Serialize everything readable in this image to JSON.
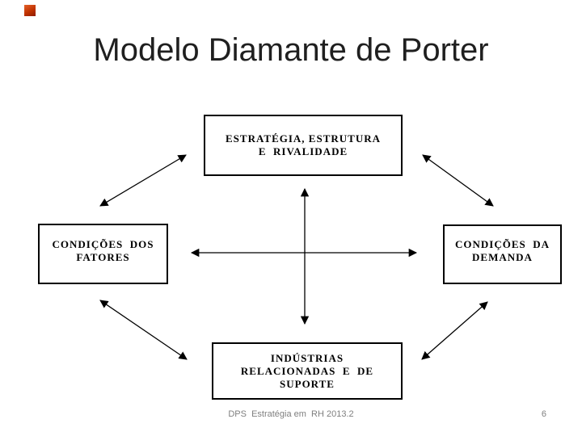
{
  "slide": {
    "title": "Modelo Diamante de Porter",
    "footer": "DPS  Estratégia em  RH 2013.2",
    "page_number": "6",
    "accent_color": "#c03200",
    "box_border_color": "#000000",
    "footer_color": "#7f7f7f"
  },
  "diagram": {
    "nodes": {
      "top": {
        "lines": [
          "ESTRATÉGIA, ESTRUTURA",
          "E  RIVALIDADE"
        ]
      },
      "left": {
        "lines": [
          "CONDIÇÕES  DOS",
          "FATORES"
        ]
      },
      "right": {
        "lines": [
          "CONDIÇÕES  DA",
          "DEMANDA"
        ]
      },
      "bottom": {
        "lines": [
          "INDÚSTRIAS",
          "RELACIONADAS  E  DE",
          "SUPORTE"
        ]
      }
    }
  }
}
